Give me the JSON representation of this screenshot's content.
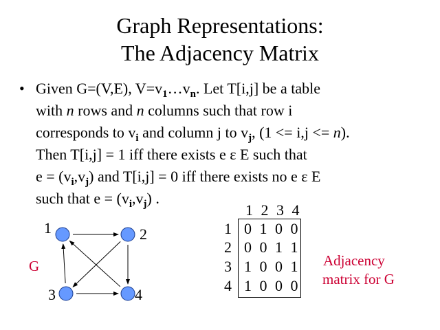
{
  "title": {
    "line1": "Graph Representations:",
    "line2": "The Adjacency Matrix"
  },
  "bullet_symbol": "•",
  "body_lines": [
    [
      {
        "t": "Given G=(V,E), V=v"
      },
      {
        "t": "1",
        "sub": true
      },
      {
        "t": "…v"
      },
      {
        "t": "n",
        "sub": true
      },
      {
        "t": ". Let T[i,j] be a table"
      }
    ],
    [
      {
        "t": "with "
      },
      {
        "t": "n",
        "i": true
      },
      {
        "t": " rows and "
      },
      {
        "t": "n",
        "i": true
      },
      {
        "t": " columns  such that row i"
      }
    ],
    [
      {
        "t": "corresponds to v"
      },
      {
        "t": "i",
        "sub": true
      },
      {
        "t": " and column j to v"
      },
      {
        "t": "j",
        "sub": true
      },
      {
        "t": ", (1 <= i,j <= "
      },
      {
        "t": "n",
        "i": true
      },
      {
        "t": ")."
      }
    ],
    [
      {
        "t": "Then T[i,j] = 1 iff  there exists e ε E such that"
      }
    ],
    [
      {
        "t": "e = (v"
      },
      {
        "t": "i",
        "sub": true
      },
      {
        "t": ",v"
      },
      {
        "t": "j",
        "sub": true
      },
      {
        "t": ") and T[i,j] = 0 iff  there exists no e ε E"
      }
    ],
    [
      {
        "t": "such that e = (v"
      },
      {
        "t": "i",
        "sub": true
      },
      {
        "t": ",v"
      },
      {
        "t": "j",
        "sub": true
      },
      {
        "t": ") ."
      }
    ]
  ],
  "graph": {
    "label": "G",
    "nodes": [
      "1",
      "2",
      "3",
      "4"
    ],
    "edges": [
      [
        "1",
        "2"
      ],
      [
        "2",
        "4"
      ],
      [
        "3",
        "1"
      ],
      [
        "3",
        "4"
      ],
      [
        "2",
        "3"
      ],
      [
        "4",
        "1"
      ]
    ],
    "node_color": "#6699ff",
    "label_color": "#cc0033"
  },
  "matrix": {
    "column_headers": "1 2 3 4",
    "row_labels": [
      "1",
      "2",
      "3",
      "4"
    ],
    "rows": [
      "0 1 0 0",
      "0 0 1 1",
      "1 0 0 1",
      "1 0 0 0"
    ],
    "caption_line1": "Adjacency",
    "caption_line2": "matrix for G"
  }
}
